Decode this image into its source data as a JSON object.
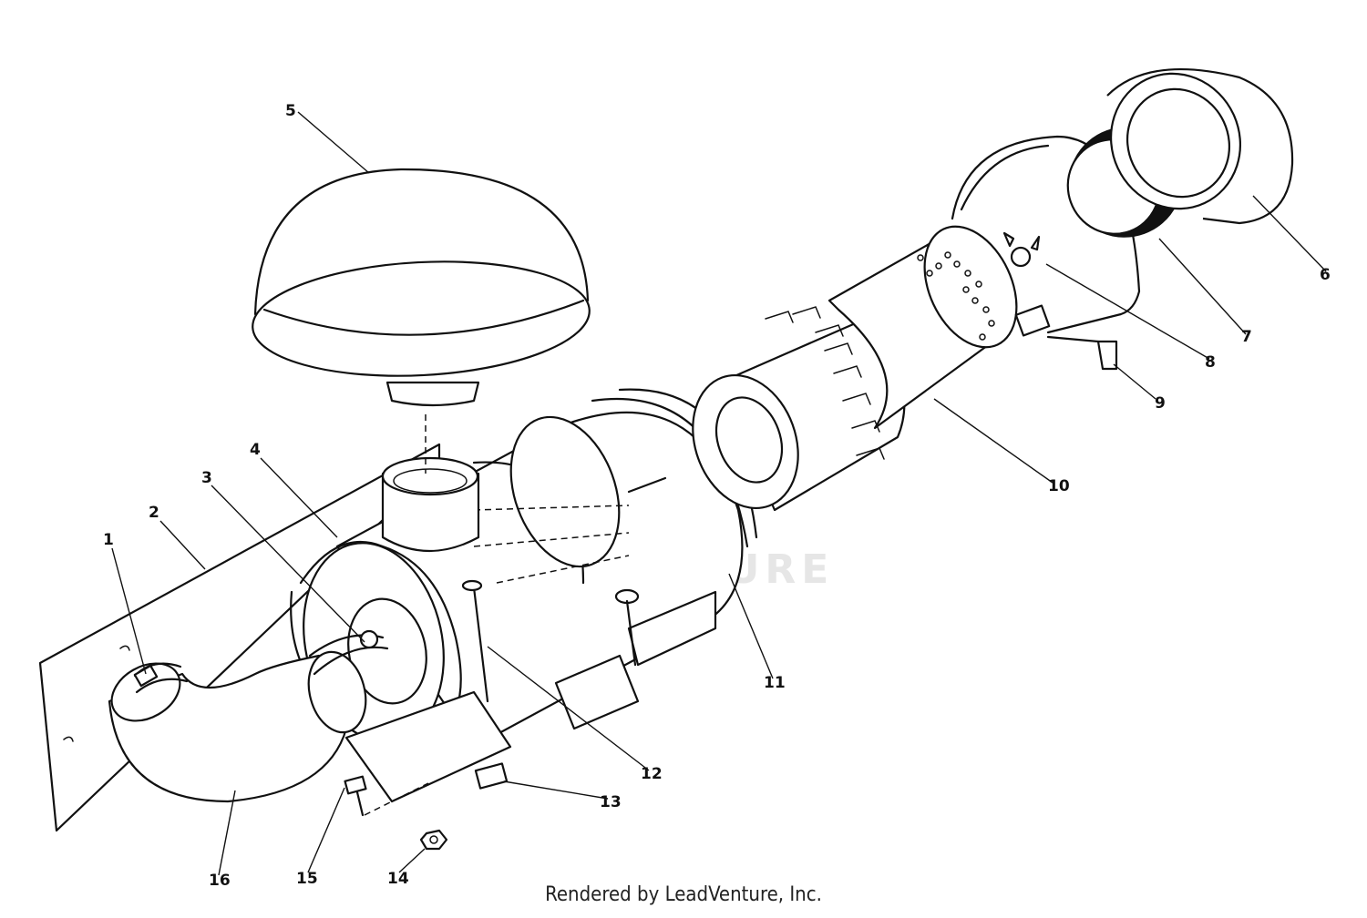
{
  "watermark": "LEADVENTURE",
  "footer": "Rendered by LeadVenture, Inc.",
  "callouts": [
    {
      "id": "1",
      "label": "1"
    },
    {
      "id": "2",
      "label": "2"
    },
    {
      "id": "3",
      "label": "3"
    },
    {
      "id": "4",
      "label": "4"
    },
    {
      "id": "5",
      "label": "5"
    },
    {
      "id": "6",
      "label": "6"
    },
    {
      "id": "7",
      "label": "7"
    },
    {
      "id": "8",
      "label": "8"
    },
    {
      "id": "9",
      "label": "9"
    },
    {
      "id": "10",
      "label": "10"
    },
    {
      "id": "11",
      "label": "11"
    },
    {
      "id": "12",
      "label": "12"
    },
    {
      "id": "13",
      "label": "13"
    },
    {
      "id": "14",
      "label": "14"
    },
    {
      "id": "15",
      "label": "15"
    },
    {
      "id": "16",
      "label": "16"
    }
  ]
}
